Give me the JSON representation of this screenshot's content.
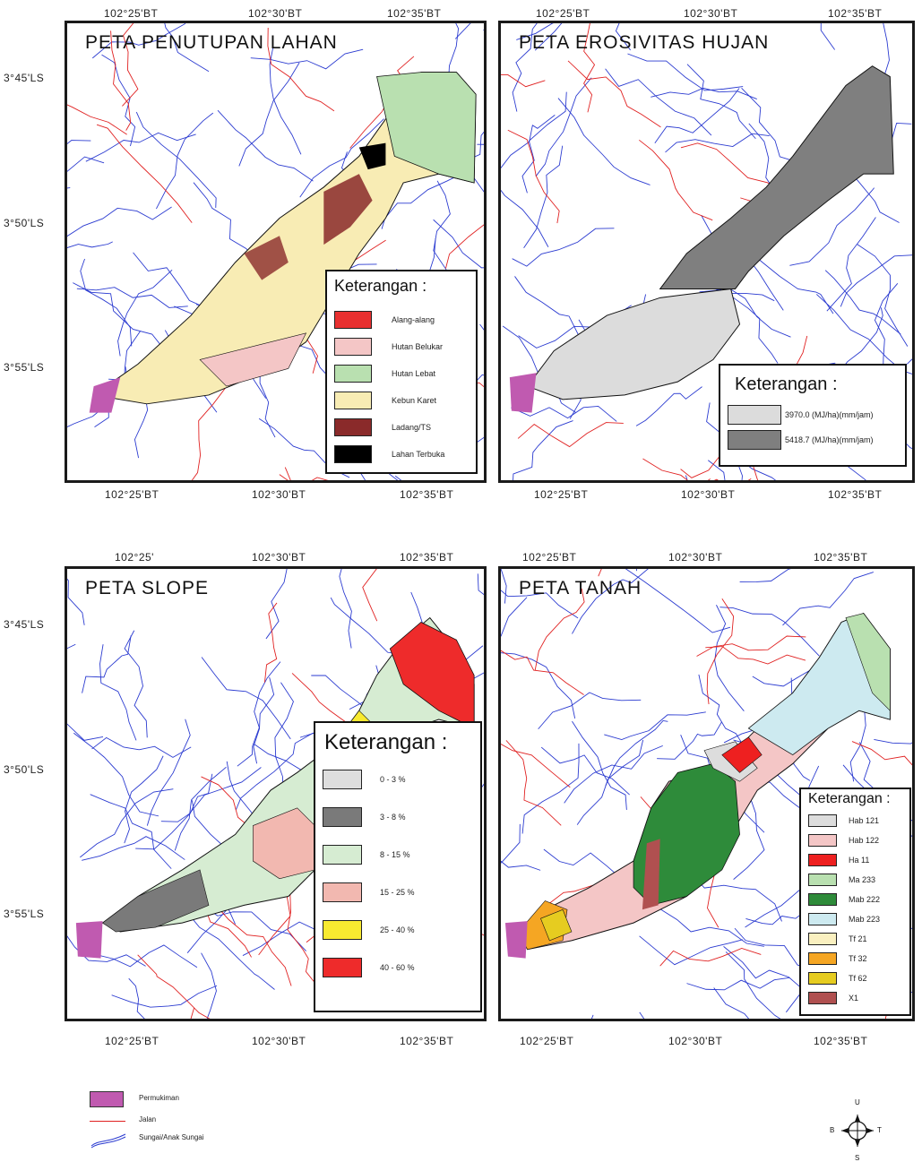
{
  "coordinates": {
    "lon_25": "102°25'BT",
    "lon_30": "102°30'BT",
    "lon_35": "102°35'BT",
    "lon_25_short": "102°25'",
    "lat_45": "3°45'LS",
    "lat_50": "3°50'LS",
    "lat_55": "3°55'LS"
  },
  "panels": {
    "penutupan": {
      "title": "PETA PENUTUPAN LAHAN",
      "legend_title": "Keterangan :",
      "items": [
        {
          "label": "Alang-alang",
          "color": "#e83030"
        },
        {
          "label": "Hutan Belukar",
          "color": "#f4c6c6"
        },
        {
          "label": "Hutan Lebat",
          "color": "#b9e0b0"
        },
        {
          "label": "Kebun Karet",
          "color": "#f8ecb4"
        },
        {
          "label": "Ladang/TS",
          "color": "#8a2a2a"
        },
        {
          "label": "Lahan Terbuka",
          "color": "#000000"
        }
      ]
    },
    "erosivitas": {
      "title": "PETA EROSIVITAS HUJAN",
      "legend_title": "Keterangan :",
      "items": [
        {
          "label": "3970.0 (MJ/ha)(mm/jam)",
          "color": "#dcdcdc"
        },
        {
          "label": "5418.7 (MJ/ha)(mm/jam)",
          "color": "#7f7f7f"
        }
      ]
    },
    "slope": {
      "title": "PETA SLOPE",
      "legend_title": "Keterangan :",
      "items": [
        {
          "label": "0 - 3 %",
          "color": "#dedede"
        },
        {
          "label": "3 - 8 %",
          "color": "#7a7a7a"
        },
        {
          "label": "8 - 15 %",
          "color": "#d6ecd2"
        },
        {
          "label": "15 - 25 %",
          "color": "#f2b8b0"
        },
        {
          "label": "25 - 40 %",
          "color": "#f8ea30"
        },
        {
          "label": "40 - 60 %",
          "color": "#ee2b2b"
        }
      ]
    },
    "tanah": {
      "title": "PETA TANAH",
      "legend_title": "Keterangan :",
      "items": [
        {
          "label": "Hab 121",
          "color": "#dddddd"
        },
        {
          "label": "Hab 122",
          "color": "#f4c6c6"
        },
        {
          "label": "Ha 11",
          "color": "#ee2020"
        },
        {
          "label": "Ma 233",
          "color": "#b9e0b0"
        },
        {
          "label": "Mab 222",
          "color": "#2e8b3a"
        },
        {
          "label": "Mab 223",
          "color": "#cdeaf0"
        },
        {
          "label": "Tf 21",
          "color": "#faf0c0"
        },
        {
          "label": "Tf 32",
          "color": "#f5a623"
        },
        {
          "label": "Tf 62",
          "color": "#e6cc20"
        },
        {
          "label": "X1",
          "color": "#b05050"
        }
      ]
    }
  },
  "map_legend": {
    "settlement": "Permukiman",
    "road": "Jalan",
    "river": "Sungai/Anak Sungai",
    "settlement_color": "#c05ab0",
    "road_color": "#e02020",
    "river_color": "#2a3ad0"
  },
  "compass": {
    "north": "U",
    "south": "S",
    "east": "T",
    "west": "B"
  }
}
